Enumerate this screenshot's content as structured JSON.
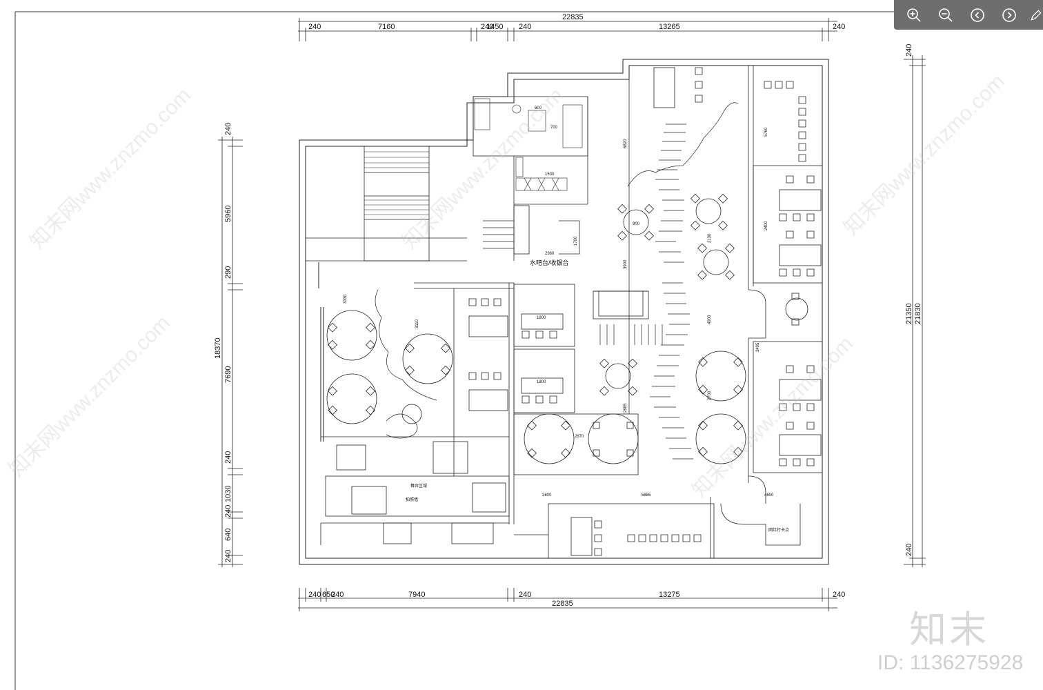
{
  "toolbar": {
    "zoom_in": "zoom-in",
    "zoom_out": "zoom-out",
    "prev": "previous",
    "next": "next",
    "edit": "edit"
  },
  "dimensions": {
    "top_total": "22835",
    "top_segments": [
      "240",
      "7160",
      "240",
      "1450",
      "240",
      "13265",
      "240"
    ],
    "bottom_total": "22835",
    "bottom_segments": [
      "240",
      "650",
      "240",
      "7940",
      "240",
      "13275",
      "240"
    ],
    "left_total": "18370",
    "left_segments": [
      "240",
      "5960",
      "290",
      "7690",
      "240",
      "1030",
      "240",
      "640",
      "240"
    ],
    "right_total_a": "21350",
    "right_total_b": "21830",
    "right_segments": [
      "240",
      "240"
    ]
  },
  "labels": {
    "bar_cashier": "水吧台/收银台",
    "stage_area": "舞台区域",
    "photo_wall": "拍照墙",
    "checkin_point": "网红打卡点"
  },
  "inner_dims": [
    "900",
    "2960",
    "1700",
    "3900",
    "2130",
    "4900",
    "2870",
    "2885",
    "2800",
    "5885",
    "4600",
    "1800",
    "1800",
    "3110",
    "3330",
    "5760",
    "2400",
    "3495",
    "2700",
    "6820",
    "1500",
    "700",
    "600"
  ],
  "brand": "知末",
  "id_text": "ID: 1136275928",
  "watermark": "知末网www.znzmo.com",
  "colors": {
    "toolbar_bg": "#6e6e6e",
    "line": "#222222",
    "watermark": "#d7d7d7"
  }
}
